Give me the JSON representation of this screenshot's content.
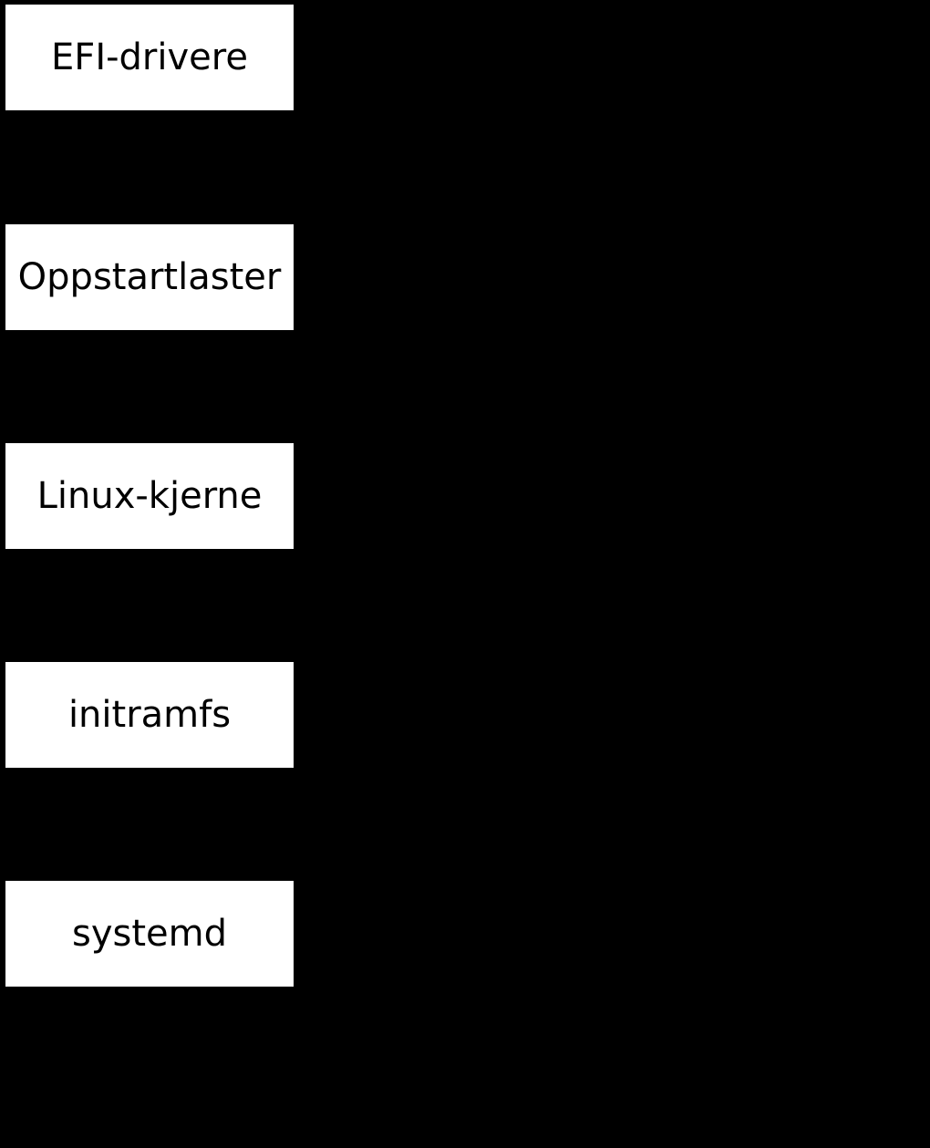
{
  "diagram": {
    "type": "vertical-stage-flow",
    "background_color": "#000000",
    "node_fill_color": "#ffffff",
    "node_text_color": "#000000",
    "title": "",
    "nodes": [
      {
        "id": "efi-drivere",
        "label": "EFI-drivere"
      },
      {
        "id": "oppstartlaster",
        "label": "Oppstartlaster"
      },
      {
        "id": "linux-kjerne",
        "label": "Linux-kjerne"
      },
      {
        "id": "initramfs",
        "label": "initramfs"
      },
      {
        "id": "systemd",
        "label": "systemd"
      }
    ]
  }
}
